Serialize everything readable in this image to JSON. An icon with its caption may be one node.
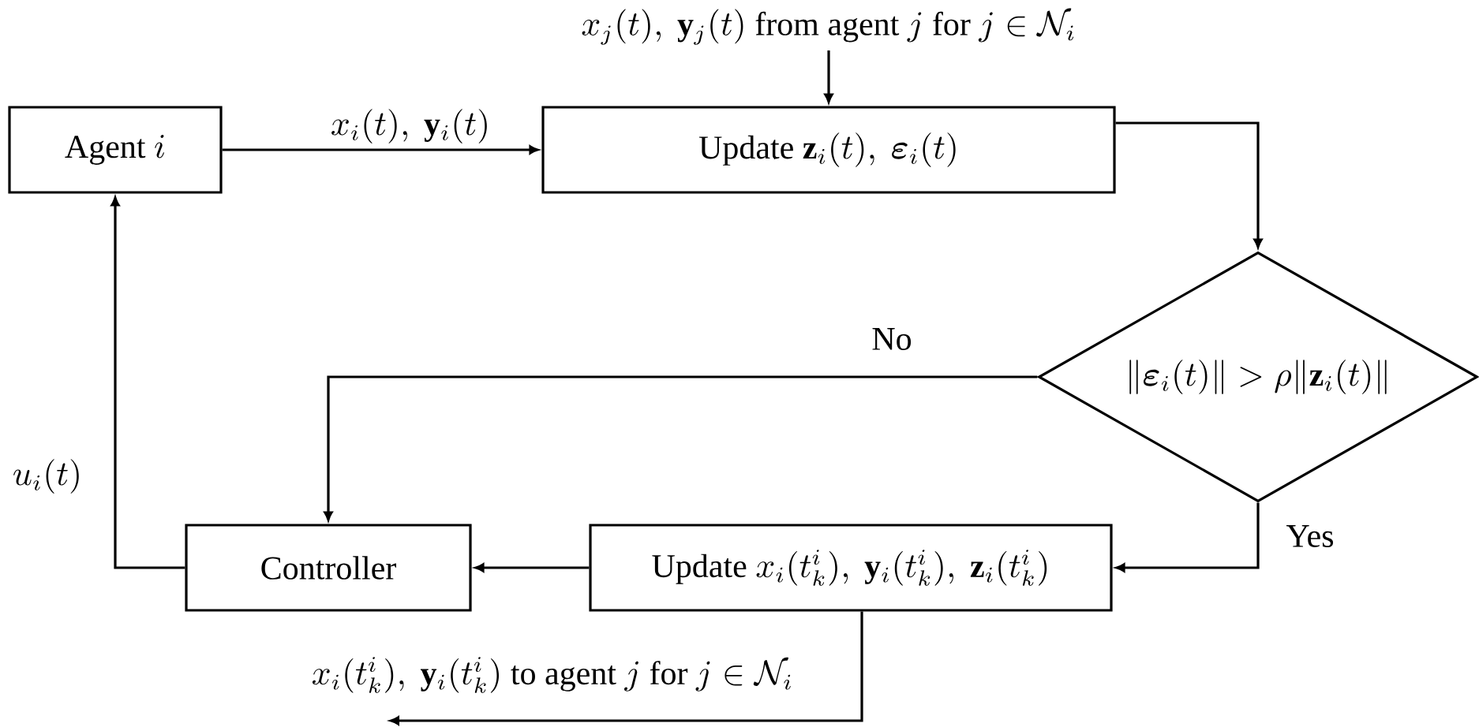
{
  "diagram": {
    "nodes": [
      {
        "text": [
          "\\text{Agent } i"
        ]
      },
      {
        "text": [
          "\\text{Update } \\mathbf{z}_i(t),\\ \\boldsymbol{\\varepsilon}_i(t)"
        ]
      },
      {
        "text": [
          "\\|\\boldsymbol{\\varepsilon}_i(t)\\| > \\rho\\|\\mathbf{z}_i(t)\\|"
        ]
      },
      {
        "text": [
          "\\text{Update } x_i(t_k^i),\\ \\mathbf{y}_i(t_k^i),\\ \\mathbf{z}_i(t_k^i)"
        ]
      },
      {
        "text": [
          "\\text{Controller}"
        ]
      }
    ],
    "edges": [
      {
        "from": 0,
        "to": 1,
        "arrow": "to",
        "label": "x_i(t),\\ \\mathbf{y}_i(t)"
      },
      {
        "from": null,
        "to": 1,
        "arrow": "to",
        "label": "x_j(t),\\ \\mathbf{y}_j(t) \\text{ from agent } j \\text{ for } j \\in \\mathcal{N}_i"
      },
      {
        "from": 1,
        "to": 2,
        "arrow": "to"
      },
      {
        "from": 2,
        "to": 4,
        "arrow": "to",
        "label": "\\text{No}"
      },
      {
        "from": 2,
        "to": 3,
        "arrow": "to",
        "label": "\\text{Yes}"
      },
      {
        "from": 3,
        "to": 4,
        "arrow": "to"
      },
      {
        "from": 4,
        "to": 0,
        "arrow": "to",
        "label": "u_i(t)"
      },
      {
        "from": 3,
        "to": null,
        "arrow": "to",
        "label": "x_i(t_k^i),\\ \\mathbf{y}_i(t_k^i) \\text{ to agent } j \\text{ for } j \\in \\mathcal{N}_i"
      }
    ]
  }
}
